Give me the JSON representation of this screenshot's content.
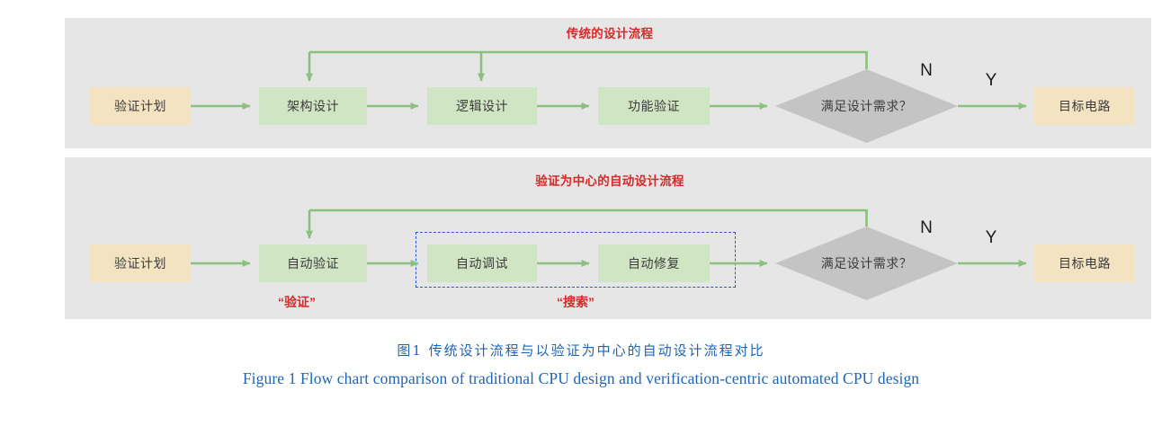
{
  "figure": {
    "background": "#ffffff",
    "panel_bg": "#e6e6e6",
    "colors": {
      "flow_green": "#8cc07e",
      "node_green": "#cfe5c3",
      "node_yellow": "#f4e3c0",
      "decision_gray": "#c4c4c4",
      "title_red": "#d42a2a",
      "dashed_blue": "#2b58c8",
      "caption_blue": "#1f64b5"
    }
  },
  "panels": [
    {
      "id": "traditional",
      "title": "传统的设计流程",
      "nodes": [
        {
          "id": "p1-start",
          "label": "验证计划",
          "shape": "rect",
          "style": "yellow"
        },
        {
          "id": "p1-arch",
          "label": "架构设计",
          "shape": "rect",
          "style": "green"
        },
        {
          "id": "p1-logic",
          "label": "逻辑设计",
          "shape": "rect",
          "style": "green"
        },
        {
          "id": "p1-func",
          "label": "功能验证",
          "shape": "rect",
          "style": "green"
        },
        {
          "id": "p1-decision",
          "label": "满足设计需求？",
          "shape": "diamond",
          "style": "gray"
        },
        {
          "id": "p1-end",
          "label": "目标电路",
          "shape": "rect",
          "style": "yellow"
        }
      ],
      "branch_labels": [
        {
          "id": "p1-no",
          "label": "N"
        },
        {
          "id": "p1-yes",
          "label": "Y"
        }
      ],
      "annotations": []
    },
    {
      "id": "automated",
      "title": "验证为中心的自动设计流程",
      "nodes": [
        {
          "id": "p2-start",
          "label": "验证计划",
          "shape": "rect",
          "style": "yellow"
        },
        {
          "id": "p2-verify",
          "label": "自动验证",
          "shape": "rect",
          "style": "green"
        },
        {
          "id": "p2-debug",
          "label": "自动调试",
          "shape": "rect",
          "style": "green"
        },
        {
          "id": "p2-repair",
          "label": "自动修复",
          "shape": "rect",
          "style": "green"
        },
        {
          "id": "p2-decision",
          "label": "满足设计需求？",
          "shape": "diamond",
          "style": "gray"
        },
        {
          "id": "p2-end",
          "label": "目标电路",
          "shape": "rect",
          "style": "yellow"
        }
      ],
      "branch_labels": [
        {
          "id": "p2-no",
          "label": "N"
        },
        {
          "id": "p2-yes",
          "label": "Y"
        }
      ],
      "annotations": [
        {
          "id": "ann-verify",
          "label": "“验证”"
        },
        {
          "id": "ann-search",
          "label": "“搜索”"
        }
      ]
    }
  ],
  "caption": {
    "chinese": "图1    传统设计流程与以验证为中心的自动设计流程对比",
    "english": "Figure 1    Flow chart comparison of traditional CPU design and verification-centric automated CPU design"
  }
}
